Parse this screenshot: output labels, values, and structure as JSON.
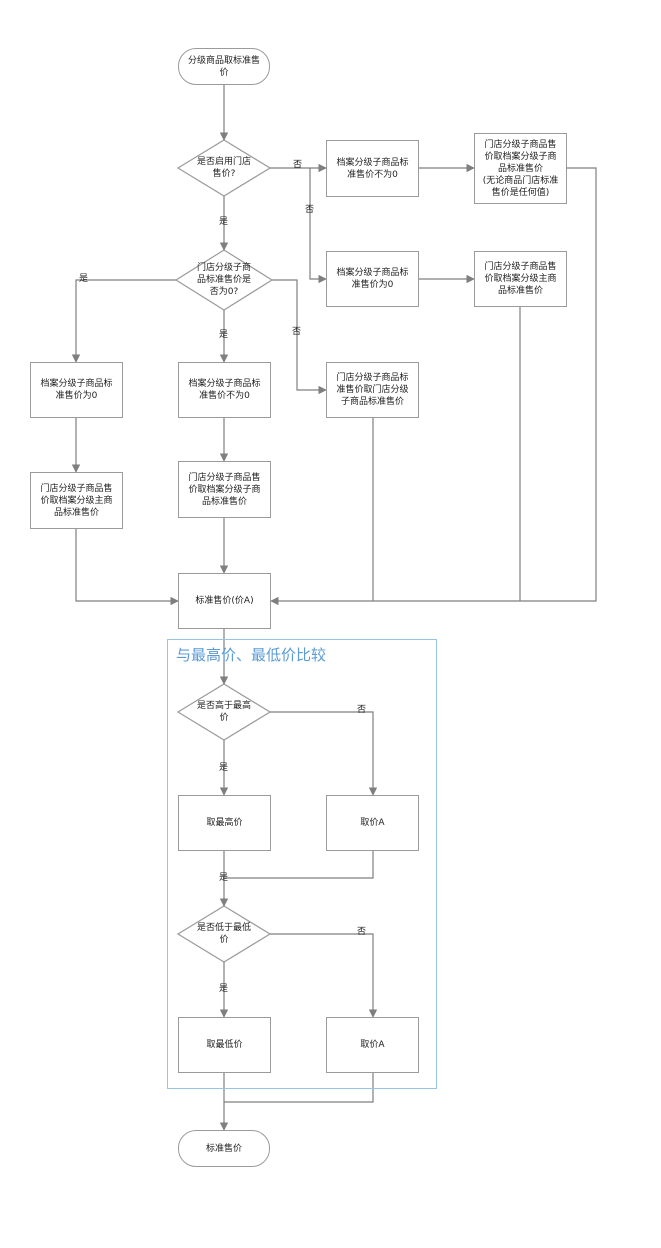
{
  "group": {
    "title": "与最高价、最低价比较"
  },
  "nodes": {
    "start": "分级商品取标准售\n价",
    "d1": "是否启用门店\n售价?",
    "r1": "档案分级子商品标\n准售价不为0",
    "r2": "门店分级子商品售\n价取档案分级子商\n品标准售价\n(无论商品门店标准\n售价是任何值)",
    "r3": "档案分级子商品标\n准售价为0",
    "r4": "门店分级子商品售\n价取档案分级主商\n品标准售价",
    "d2": "门店分级子商\n品标准售价是\n否为0?",
    "r5": "档案分级子商品标\n准售价为0",
    "r6": "档案分级子商品标\n准售价不为0",
    "r7": "门店分级子商品标\n准售价取门店分级\n子商品标准售价",
    "r8": "门店分级子商品售\n价取档案分级主商\n品标准售价",
    "r9": "门店分级子商品售\n价取档案分级子商\n品标准售价",
    "std": "标准售价(价A)",
    "d3": "是否高于最高\n价",
    "r10": "取最高价",
    "r11": "取价A",
    "d4": "是否低于最低\n价",
    "r12": "取最低价",
    "r13": "取价A",
    "end": "标准售价"
  },
  "edge_labels": {
    "no1": "否",
    "no2": "否",
    "yes1": "是",
    "yes2": "是",
    "yes3": "是",
    "no3": "否",
    "yes4": "是",
    "no4": "否",
    "yes5": "是",
    "yes6": "是",
    "no5": "否"
  },
  "colors": {
    "line": "#7f7f7f",
    "border": "#9b9b9b",
    "group_border": "#9ac4e4",
    "group_title": "#5b9bd5"
  }
}
